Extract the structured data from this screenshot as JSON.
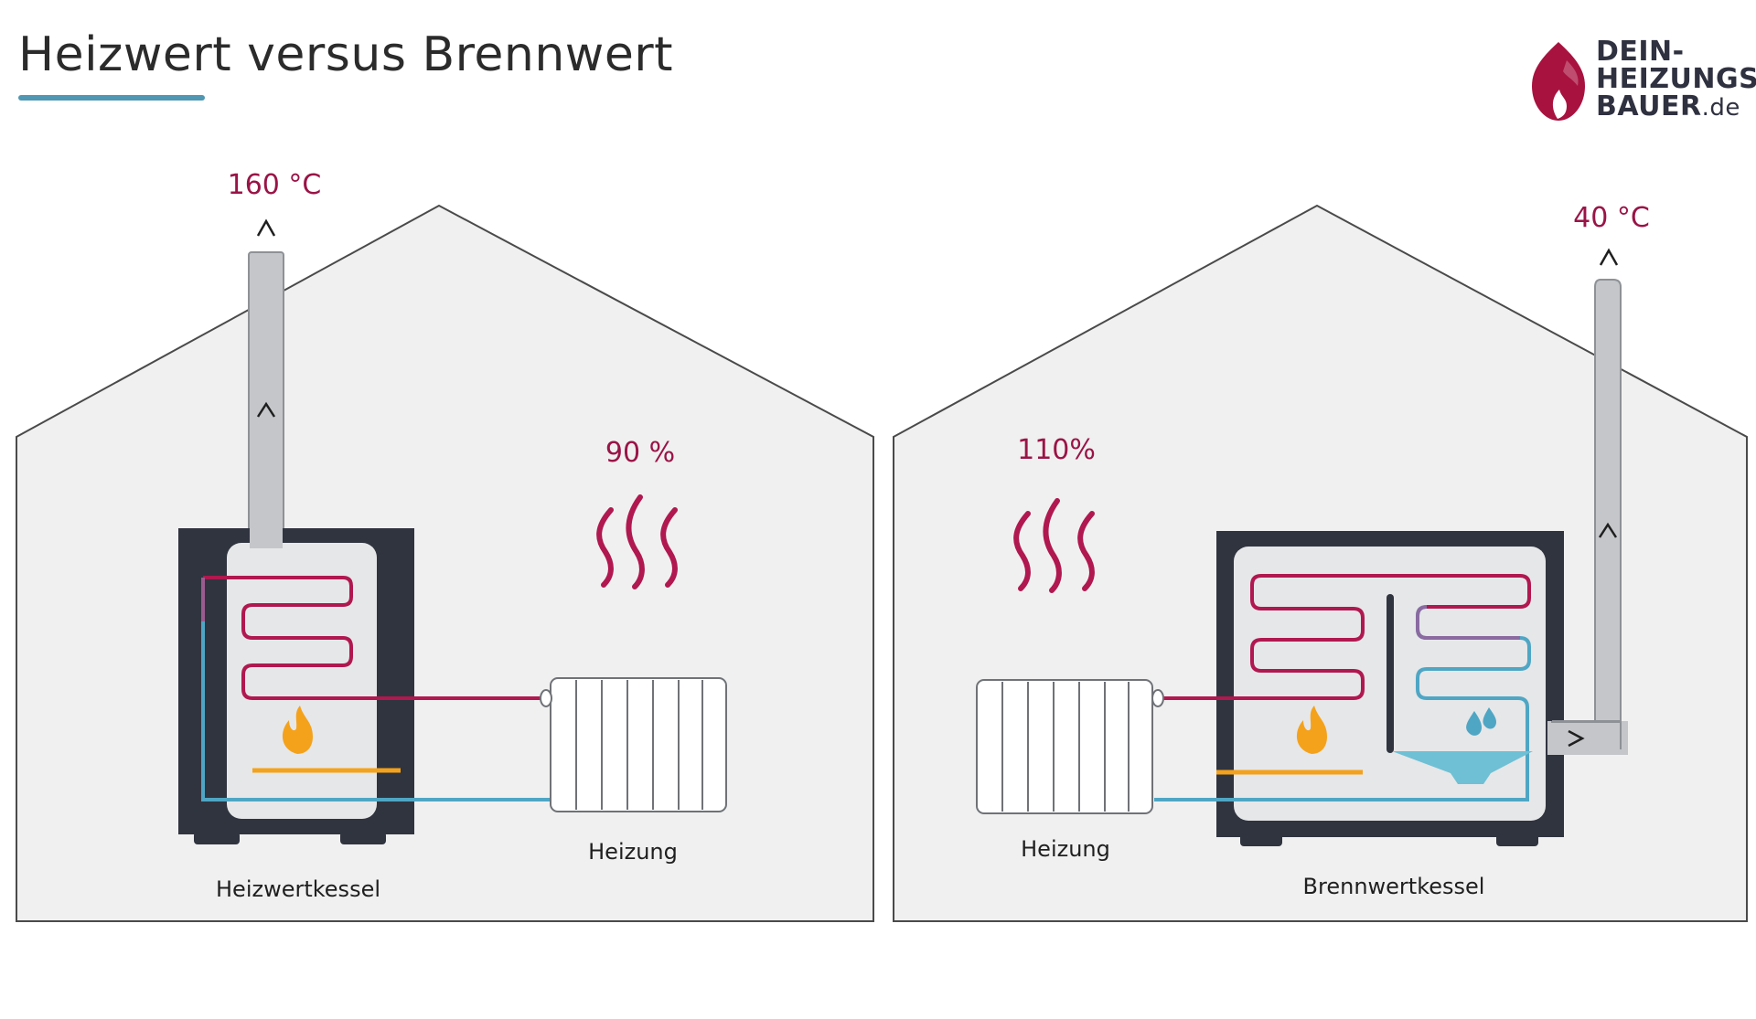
{
  "header": {
    "title": "Heizwert versus Brennwert"
  },
  "logo": {
    "line1": "DEIN-",
    "line2": "HEIZUNGS",
    "line3_main": "BAUER",
    "line3_suffix": ".de",
    "icon": "flame-drop-icon"
  },
  "left_house": {
    "exhaust_temp": "160 °C",
    "efficiency": "90 %",
    "boiler_label": "Heizwertkessel",
    "radiator_label": "Heizung"
  },
  "right_house": {
    "exhaust_temp": "40 °C",
    "efficiency": "110%",
    "boiler_label": "Brennwertkessel",
    "radiator_label": "Heizung"
  },
  "colors": {
    "accent_red": "#b0184f",
    "accent_blue": "#4fa6c4",
    "flame": "#f4a21c",
    "house_fill": "#f0f0f0",
    "boiler_dark": "#30343f",
    "underline": "#4f97b3"
  }
}
